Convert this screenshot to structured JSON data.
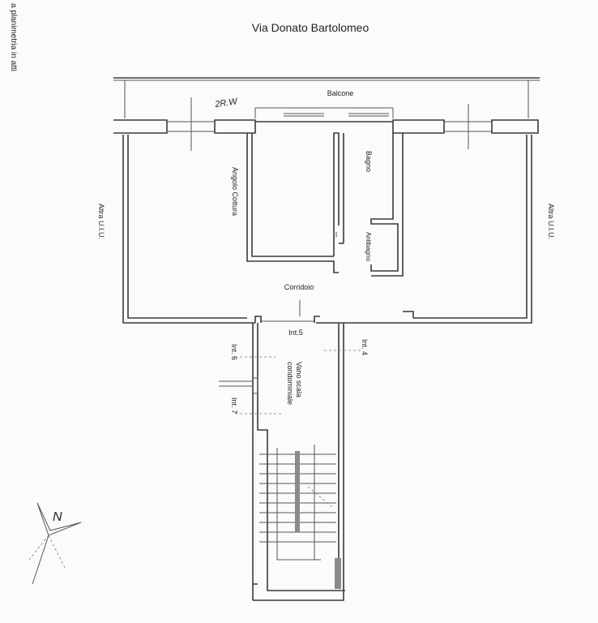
{
  "title": "Via Donato Bartolomeo",
  "margin_note": "a planimetria in atti",
  "rooms": {
    "balcone": "Balcone",
    "bagno": "Bagno",
    "angolo_cottura": "Angolo Cottura",
    "antibagno": "Antibagno",
    "corridoio": "Corridoio",
    "altra_left": "Altra U.I.U.",
    "altra_right": "Altra U.I.U.",
    "vano_scala_1": "Vano scala",
    "vano_scala_2": "condominiale"
  },
  "units": {
    "int5": "Int.5",
    "int4": "Int. 4",
    "int6": "Int. 6",
    "int7": "Int. 7"
  },
  "north": "N",
  "handwritten": "2R.W"
}
